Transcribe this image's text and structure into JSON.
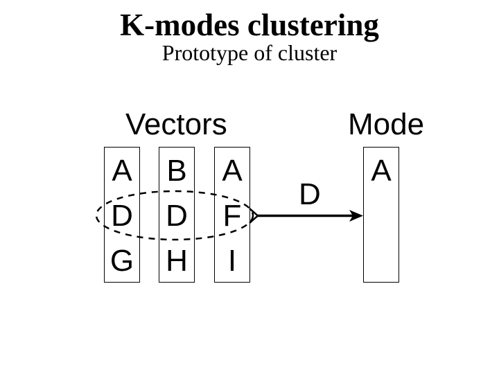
{
  "slide": {
    "title": "K-modes clustering",
    "subtitle": "Prototype of cluster"
  },
  "diagram": {
    "vectors_label": "Vectors",
    "mode_label": "Mode",
    "vector_boxes": [
      {
        "letters": [
          "A",
          "D",
          "G"
        ]
      },
      {
        "letters": [
          "B",
          "D",
          "H"
        ]
      },
      {
        "letters": [
          "A",
          "F",
          "I"
        ]
      }
    ],
    "mode_box": {
      "letters": [
        "A"
      ]
    },
    "arrow_label": "D",
    "colors": {
      "ink": "#000000",
      "background": "#ffffff"
    }
  }
}
